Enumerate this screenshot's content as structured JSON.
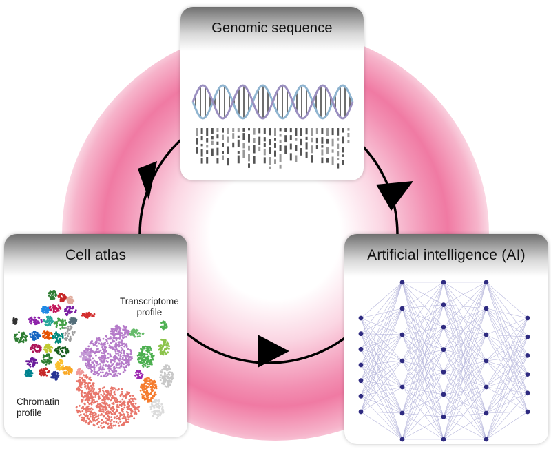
{
  "cards": {
    "genomic": {
      "title": "Genomic sequence"
    },
    "cell_atlas": {
      "title": "Cell atlas",
      "transcriptome_label_1": "Transcriptome",
      "transcriptome_label_2": "profile",
      "chromatin_label_1": "Chromatin",
      "chromatin_label_2": "profile"
    },
    "ai": {
      "title": "Artificial intelligence (AI)"
    }
  },
  "colors": {
    "glow": "#f07aa3",
    "cycle_stroke": "#000000",
    "dna_strand_a": "#8fb4d0",
    "dna_strand_b": "#9a8fc0",
    "nn_node": "#2e2a80",
    "nn_edge": "#b7b7dc"
  },
  "network_layers": [
    7,
    7,
    8,
    7,
    6
  ]
}
